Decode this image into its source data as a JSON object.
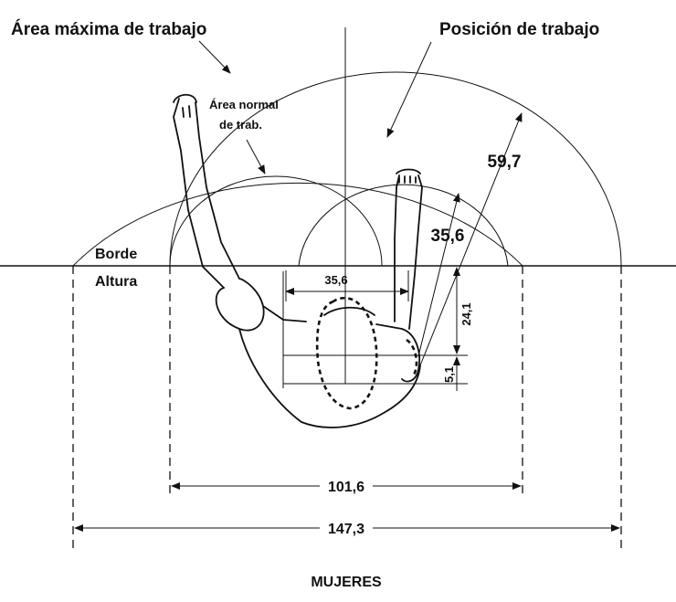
{
  "labels": {
    "max_area": "Área máxima de trabajo",
    "work_position": "Posición de trabajo",
    "normal_area_line1": "Área normal",
    "normal_area_line2": "de trab.",
    "edge_line1": "Borde",
    "edge_line2": "Altura",
    "footer": "MUJERES"
  },
  "dimensions": {
    "max_reach": "59,7",
    "normal_reach": "35,6",
    "shoulder_width": "35,6",
    "depth_shoulder": "24,1",
    "depth_elbow": "5,1",
    "normal_span": "101,6",
    "max_span": "147,3"
  },
  "colors": {
    "ink": "#111111",
    "background": "#ffffff"
  }
}
